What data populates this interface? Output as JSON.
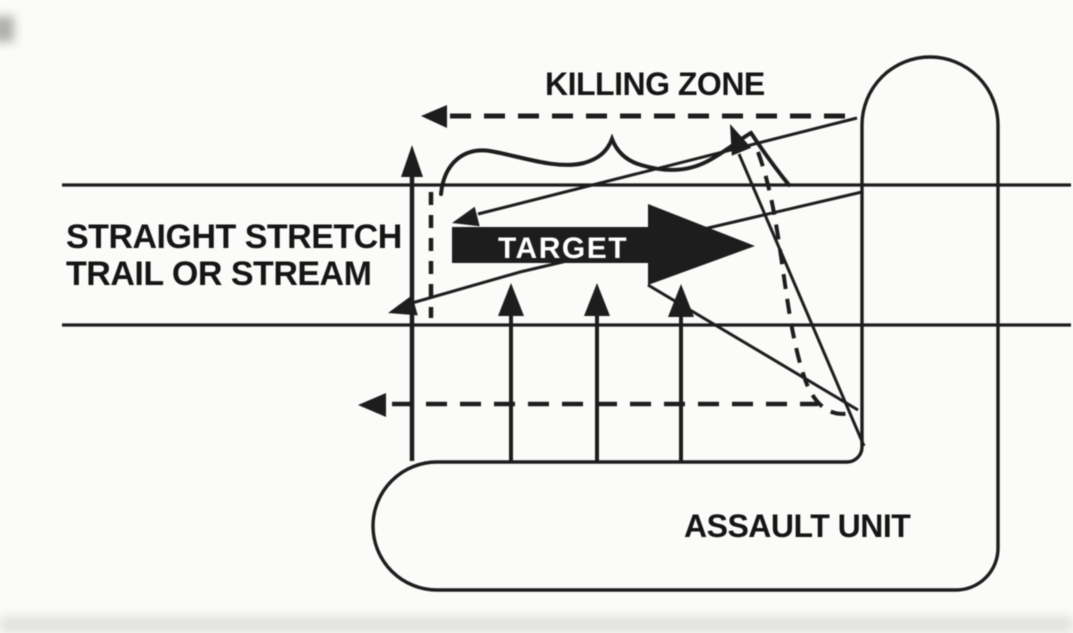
{
  "diagram": {
    "type": "military-ambush-tactics-figure",
    "colors": {
      "background": "#fbfbf9",
      "ink": "#1d1d1d",
      "target_text": "#ffffff"
    },
    "labels": {
      "killing_zone": "KILLING ZONE",
      "trail_line1": "STRAIGHT STRETCH",
      "trail_line2": "TRAIL OR STREAM",
      "target": "TARGET",
      "assault_unit": "ASSAULT UNIT"
    }
  }
}
